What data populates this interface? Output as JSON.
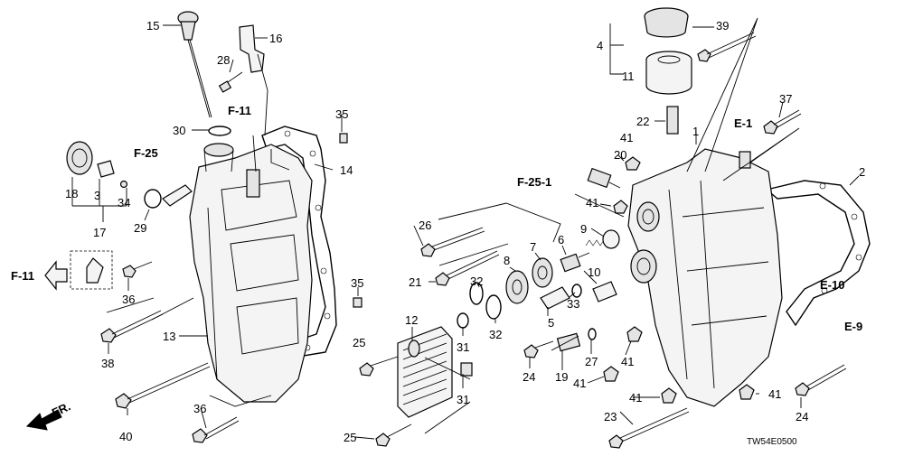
{
  "diagram_code": "TW54E0500",
  "direction_label": "FR.",
  "refs": {
    "f25": "F-25",
    "f11_top": "F-11",
    "f11_left": "F-11",
    "f251": "F-25-1",
    "e1": "E-1",
    "e10": "E-10",
    "e9": "E-9"
  },
  "callouts": {
    "c15": "15",
    "c16": "16",
    "c28": "28",
    "c30": "30",
    "c35a": "35",
    "c14": "14",
    "c18": "18",
    "c3": "3",
    "c34": "34",
    "c17": "17",
    "c29": "29",
    "c36a": "36",
    "c13": "13",
    "c38": "38",
    "c40": "40",
    "c36b": "36",
    "c35b": "35",
    "c26": "26",
    "c21": "21",
    "c32a": "32",
    "c32b": "32",
    "c8": "8",
    "c7": "7",
    "c6": "6",
    "c9": "9",
    "c10": "10",
    "c33": "33",
    "c5": "5",
    "c12": "12",
    "c31a": "31",
    "c31b": "31",
    "c25a": "25",
    "c25b": "25",
    "c24a": "24",
    "c19": "19",
    "c27": "27",
    "c41a": "41",
    "c41b": "41",
    "c41c": "41",
    "c41d": "41",
    "c41e": "41",
    "c41f": "41",
    "c4": "4",
    "c11": "11",
    "c39": "39",
    "c22": "22",
    "c1": "1",
    "c20": "20",
    "c37": "37",
    "c2": "2",
    "c23": "23",
    "c24b": "24"
  }
}
